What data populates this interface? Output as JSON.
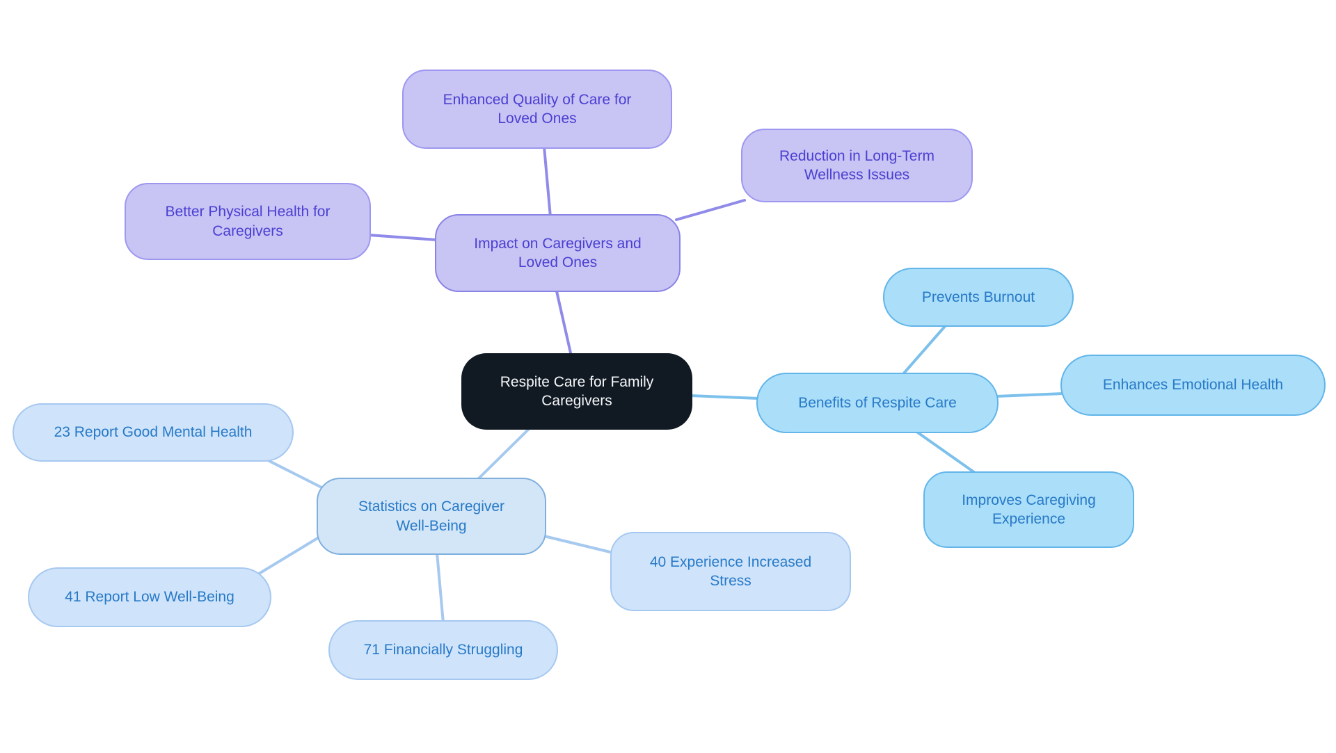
{
  "diagram": {
    "type": "mindmap",
    "nodes": {
      "center": {
        "label": "Respite Care for Family Caregivers"
      },
      "impact": {
        "label": "Impact on Caregivers and Loved Ones"
      },
      "enhanced": {
        "label": "Enhanced Quality of Care for Loved Ones"
      },
      "reduction": {
        "label": "Reduction in Long-Term Wellness Issues"
      },
      "better": {
        "label": "Better Physical Health for Caregivers"
      },
      "benefits": {
        "label": "Benefits of Respite Care"
      },
      "prevents": {
        "label": "Prevents Burnout"
      },
      "enhances": {
        "label": "Enhances Emotional Health"
      },
      "improves": {
        "label": "Improves Caregiving Experience"
      },
      "statistics": {
        "label": "Statistics on Caregiver Well-Being"
      },
      "stat23": {
        "label": "23 Report Good Mental Health"
      },
      "stat41": {
        "label": "41 Report Low Well-Being"
      },
      "stat71": {
        "label": "71 Financially Struggling"
      },
      "stat40": {
        "label": "40 Experience Increased Stress"
      }
    },
    "structure": {
      "root": "center",
      "branches": [
        {
          "parent": "impact",
          "children": [
            "enhanced",
            "reduction",
            "better"
          ]
        },
        {
          "parent": "benefits",
          "children": [
            "prevents",
            "enhances",
            "improves"
          ]
        },
        {
          "parent": "statistics",
          "children": [
            "stat23",
            "stat41",
            "stat71",
            "stat40"
          ]
        }
      ]
    },
    "colors": {
      "center_fill": "#111a23",
      "center_text": "#f5f7f9",
      "purple_fill": "#c8c4f4",
      "purple_border_parent": "#8a83e6",
      "purple_border_child": "#9d97f0",
      "purple_text": "#4a3fd1",
      "purple_edge": "#908ae9",
      "blue_fill": "#aadef9",
      "blue_border": "#62b5e9",
      "blue_text": "#2779c7",
      "blue_edge": "#7cc0ec",
      "stats_parent_fill": "#d3e6f8",
      "stats_parent_border": "#7fafdd",
      "stats_child_fill": "#cfe4fb",
      "stats_child_border": "#a6c8f0",
      "stats_edge": "#a6c9ef",
      "background": "#ffffff"
    }
  }
}
